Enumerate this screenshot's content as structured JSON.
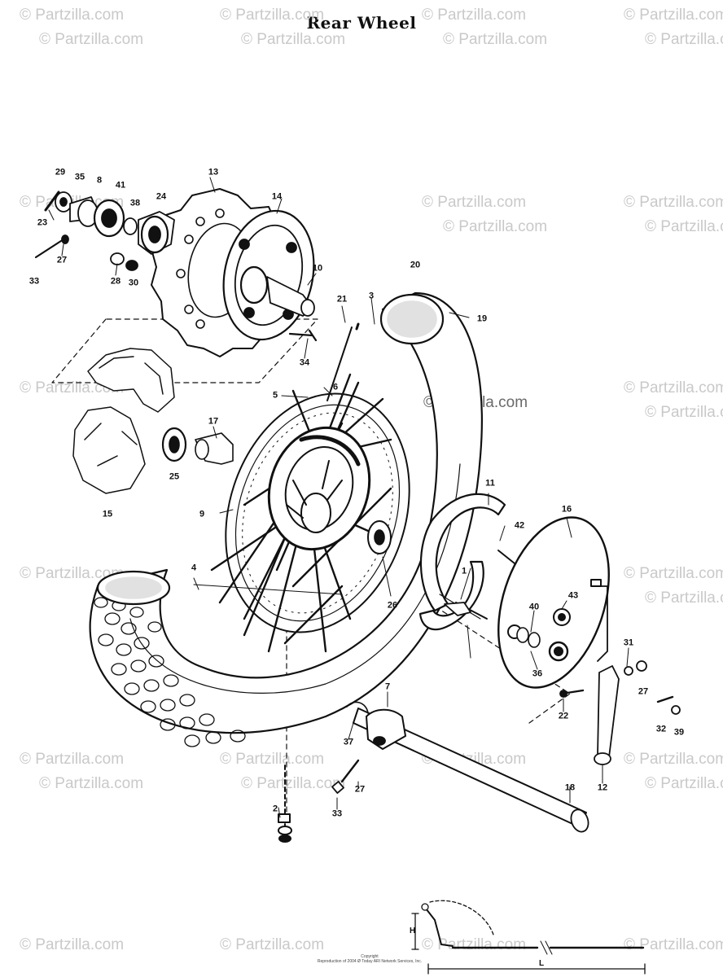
{
  "title": "Rear Wheel",
  "watermark_text": "© Partzilla.com",
  "callouts": [
    "29",
    "35",
    "8",
    "41",
    "38",
    "24",
    "23",
    "27",
    "33",
    "28",
    "30",
    "13",
    "14",
    "10",
    "34",
    "21",
    "3",
    "20",
    "19",
    "5",
    "6",
    "17",
    "25",
    "15",
    "9",
    "4",
    "26",
    "11",
    "42",
    "16",
    "1",
    "40",
    "43",
    "36",
    "31",
    "27",
    "22",
    "7",
    "37",
    "32",
    "39",
    "27",
    "33",
    "12",
    "2",
    "18"
  ],
  "copyright_line1": "Copyright",
  "copyright_line2": "Reproduction of 2004 Ø Today ARI Network Services, Inc.",
  "inset_labels": {
    "h": "H",
    "l": "L"
  },
  "colors": {
    "ink": "#111111",
    "watermark": "#c9c9c9",
    "background": "#ffffff"
  }
}
